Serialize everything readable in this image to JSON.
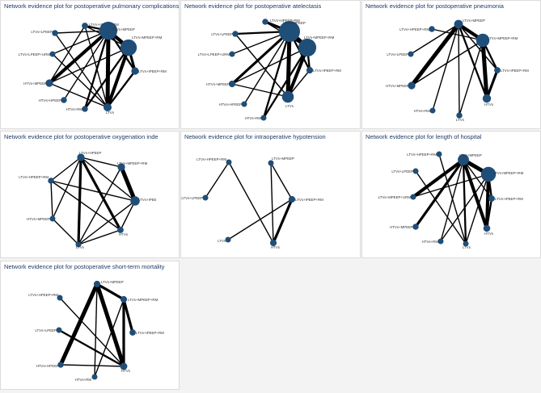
{
  "colors": {
    "node": "#1f4e79",
    "edge": "#000000",
    "title": "#1f3a6b"
  },
  "chart_data": [
    {
      "type": "network",
      "title": "Network evidence plot for postoperative pulmonary complications",
      "nodes": [
        {
          "label": "LTVs+HPEEP+RM",
          "size": 1.2
        },
        {
          "label": "LTVs+MPEEP",
          "size": 5
        },
        {
          "label": "LTVs+LPEEP",
          "size": 1.1
        },
        {
          "label": "LTVs+MPEEP+RM",
          "size": 4.5
        },
        {
          "label": "LTVs+LPEEP+URM",
          "size": 1
        },
        {
          "label": "LTVs+IPEEP+RM",
          "size": 1.6
        },
        {
          "label": "HTVs+MPEEP",
          "size": 1.6
        },
        {
          "label": "HTVs+HPEEP",
          "size": 1.1
        },
        {
          "label": "HTVs+RM",
          "size": 1.1
        },
        {
          "label": "LTVs",
          "size": 1.8
        }
      ],
      "edges": [
        {
          "a": 0,
          "b": 1,
          "w": 2
        },
        {
          "a": 0,
          "b": 3,
          "w": 1
        },
        {
          "a": 0,
          "b": 6,
          "w": 1
        },
        {
          "a": 0,
          "b": 9,
          "w": 1
        },
        {
          "a": 1,
          "b": 3,
          "w": 4
        },
        {
          "a": 1,
          "b": 2,
          "w": 1
        },
        {
          "a": 1,
          "b": 4,
          "w": 1
        },
        {
          "a": 1,
          "b": 5,
          "w": 2
        },
        {
          "a": 1,
          "b": 6,
          "w": 4
        },
        {
          "a": 1,
          "b": 7,
          "w": 1
        },
        {
          "a": 1,
          "b": 8,
          "w": 2
        },
        {
          "a": 1,
          "b": 9,
          "w": 5
        },
        {
          "a": 3,
          "b": 5,
          "w": 3
        },
        {
          "a": 3,
          "b": 9,
          "w": 4
        },
        {
          "a": 3,
          "b": 6,
          "w": 1
        },
        {
          "a": 3,
          "b": 8,
          "w": 2
        },
        {
          "a": 5,
          "b": 9,
          "w": 2
        },
        {
          "a": 6,
          "b": 9,
          "w": 1
        },
        {
          "a": 4,
          "b": 9,
          "w": 1
        },
        {
          "a": 2,
          "b": 9,
          "w": 1
        }
      ]
    },
    {
      "type": "network",
      "title": "Network evidence plot for postoperative atelectasis",
      "nodes": [
        {
          "label": "LTVs+HPEEP+RM",
          "size": 1.1
        },
        {
          "label": "LTVs+MPEEP",
          "size": 6
        },
        {
          "label": "LTVs+LPEEP",
          "size": 1.1
        },
        {
          "label": "LTVs+MPEEP+RM",
          "size": 5
        },
        {
          "label": "LTVs+LPEEP+URM",
          "size": 1
        },
        {
          "label": "LTVs+IPEEP+RM",
          "size": 1.3
        },
        {
          "label": "HTVs+MPEEP",
          "size": 1.3
        },
        {
          "label": "HTVs+HPEEP",
          "size": 1
        },
        {
          "label": "HTVs+RM",
          "size": 1
        },
        {
          "label": "LTVs",
          "size": 3
        }
      ],
      "edges": [
        {
          "a": 0,
          "b": 1,
          "w": 3
        },
        {
          "a": 2,
          "b": 1,
          "w": 2
        },
        {
          "a": 0,
          "b": 3,
          "w": 1
        },
        {
          "a": 1,
          "b": 3,
          "w": 5
        },
        {
          "a": 1,
          "b": 4,
          "w": 1
        },
        {
          "a": 1,
          "b": 5,
          "w": 2
        },
        {
          "a": 1,
          "b": 6,
          "w": 3
        },
        {
          "a": 1,
          "b": 7,
          "w": 1
        },
        {
          "a": 1,
          "b": 8,
          "w": 2
        },
        {
          "a": 1,
          "b": 9,
          "w": 5
        },
        {
          "a": 3,
          "b": 5,
          "w": 2
        },
        {
          "a": 3,
          "b": 9,
          "w": 4
        },
        {
          "a": 3,
          "b": 8,
          "w": 2
        },
        {
          "a": 3,
          "b": 6,
          "w": 1
        },
        {
          "a": 6,
          "b": 9,
          "w": 1
        },
        {
          "a": 5,
          "b": 9,
          "w": 1
        },
        {
          "a": 2,
          "b": 9,
          "w": 1
        }
      ]
    },
    {
      "type": "network",
      "title": "Network evidence plot for postoperative pneumonia",
      "nodes": [
        {
          "label": "LTVs+MPEEP",
          "size": 2
        },
        {
          "label": "LTVs+HPEEP+RM",
          "size": 1.1
        },
        {
          "label": "LTVs+LPEEP",
          "size": 1
        },
        {
          "label": "LTVs+MPEEP+RM",
          "size": 3.5
        },
        {
          "label": "LTVs+IPEEP+RM",
          "size": 1.2
        },
        {
          "label": "HTVs+MPEEP",
          "size": 1.6
        },
        {
          "label": "HTVs",
          "size": 1.9
        },
        {
          "label": "HTVs+RM",
          "size": 1
        },
        {
          "label": "LTVs",
          "size": 1.1
        }
      ],
      "edges": [
        {
          "a": 0,
          "b": 3,
          "w": 4
        },
        {
          "a": 0,
          "b": 5,
          "w": 5
        },
        {
          "a": 0,
          "b": 4,
          "w": 1
        },
        {
          "a": 0,
          "b": 6,
          "w": 2
        },
        {
          "a": 0,
          "b": 7,
          "w": 1
        },
        {
          "a": 0,
          "b": 8,
          "w": 1
        },
        {
          "a": 1,
          "b": 3,
          "w": 1
        },
        {
          "a": 2,
          "b": 0,
          "w": 1
        },
        {
          "a": 3,
          "b": 4,
          "w": 2
        },
        {
          "a": 3,
          "b": 6,
          "w": 5
        },
        {
          "a": 3,
          "b": 8,
          "w": 1
        },
        {
          "a": 5,
          "b": 3,
          "w": 1
        },
        {
          "a": 4,
          "b": 6,
          "w": 3
        }
      ]
    },
    {
      "type": "network",
      "title": "Network evidence plot for postoperative oxygenation inde",
      "nodes": [
        {
          "label": "LTVs+HPEEP",
          "size": 1.6
        },
        {
          "label": "LTVs+MPEEP+RM",
          "size": 1.6
        },
        {
          "label": "LTVs+HPEEP+RM",
          "size": 1.1
        },
        {
          "label": "LTVs+IPEE",
          "size": 2.2
        },
        {
          "label": "HTVs+MPEEP",
          "size": 1
        },
        {
          "label": "LTVs",
          "size": 1
        },
        {
          "label": "HTVs",
          "size": 1.2
        }
      ],
      "edges": [
        {
          "a": 0,
          "b": 1,
          "w": 1
        },
        {
          "a": 0,
          "b": 2,
          "w": 1
        },
        {
          "a": 0,
          "b": 3,
          "w": 1
        },
        {
          "a": 0,
          "b": 4,
          "w": 1
        },
        {
          "a": 0,
          "b": 5,
          "w": 3
        },
        {
          "a": 0,
          "b": 6,
          "w": 3
        },
        {
          "a": 1,
          "b": 3,
          "w": 5
        },
        {
          "a": 1,
          "b": 5,
          "w": 1
        },
        {
          "a": 2,
          "b": 3,
          "w": 1
        },
        {
          "a": 2,
          "b": 4,
          "w": 1
        },
        {
          "a": 2,
          "b": 6,
          "w": 1
        },
        {
          "a": 3,
          "b": 6,
          "w": 1
        },
        {
          "a": 4,
          "b": 5,
          "w": 1
        },
        {
          "a": 5,
          "b": 6,
          "w": 1
        },
        {
          "a": 3,
          "b": 5,
          "w": 1
        }
      ]
    },
    {
      "type": "network",
      "title": "Network evidence plot for intraoperative hypotension",
      "nodes": [
        {
          "label": "LTVs+HPEEP+RM",
          "size": 1
        },
        {
          "label": "LTVs+MPEEP",
          "size": 1
        },
        {
          "label": "LTVs+LPEEP",
          "size": 1
        },
        {
          "label": "LTVs+IPEEP+RM",
          "size": 1.3
        },
        {
          "label": "LTVs",
          "size": 1
        },
        {
          "label": "HTVs",
          "size": 1.3
        }
      ],
      "edges": [
        {
          "a": 0,
          "b": 2,
          "w": 1
        },
        {
          "a": 0,
          "b": 5,
          "w": 1
        },
        {
          "a": 1,
          "b": 3,
          "w": 1
        },
        {
          "a": 1,
          "b": 5,
          "w": 1
        },
        {
          "a": 3,
          "b": 5,
          "w": 3
        },
        {
          "a": 4,
          "b": 3,
          "w": 1
        }
      ]
    },
    {
      "type": "network",
      "title": "Network evidence plot for length of hospital",
      "nodes": [
        {
          "label": "LTVs+HPEEP+RM",
          "size": 1
        },
        {
          "label": "LTVs+MPEEP",
          "size": 2.8
        },
        {
          "label": "LTVs+LPEEP",
          "size": 1
        },
        {
          "label": "LTVs+MPEEP+RM",
          "size": 4
        },
        {
          "label": "LTVs+MPEEP+URM",
          "size": 1
        },
        {
          "label": "LTVs+IPEEP+RM",
          "size": 1.2
        },
        {
          "label": "HTVs+MPEEP",
          "size": 1.1
        },
        {
          "label": "HTVs",
          "size": 1.4
        },
        {
          "label": "HTVs+RM",
          "size": 1
        },
        {
          "label": "LTVs",
          "size": 1
        }
      ],
      "edges": [
        {
          "a": 0,
          "b": 9,
          "w": 1
        },
        {
          "a": 1,
          "b": 3,
          "w": 5
        },
        {
          "a": 1,
          "b": 4,
          "w": 4
        },
        {
          "a": 1,
          "b": 6,
          "w": 3
        },
        {
          "a": 1,
          "b": 7,
          "w": 4
        },
        {
          "a": 1,
          "b": 8,
          "w": 1
        },
        {
          "a": 1,
          "b": 9,
          "w": 2
        },
        {
          "a": 1,
          "b": 5,
          "w": 1
        },
        {
          "a": 3,
          "b": 5,
          "w": 2
        },
        {
          "a": 3,
          "b": 7,
          "w": 4
        },
        {
          "a": 3,
          "b": 9,
          "w": 1
        },
        {
          "a": 3,
          "b": 8,
          "w": 1
        },
        {
          "a": 3,
          "b": 4,
          "w": 1
        },
        {
          "a": 5,
          "b": 7,
          "w": 2
        },
        {
          "a": 2,
          "b": 9,
          "w": 1
        }
      ]
    },
    {
      "type": "network",
      "title": "Network evidence plot for postoperative  short-term mortality",
      "nodes": [
        {
          "label": "LTVs+MPEEP",
          "size": 1.3
        },
        {
          "label": "LTVs+HPEEP+RM",
          "size": 1
        },
        {
          "label": "LTVs+MPEEP+RM",
          "size": 1.3
        },
        {
          "label": "LTVs+IPEEP+RM",
          "size": 1.2
        },
        {
          "label": "LTVs+LPEEP",
          "size": 1
        },
        {
          "label": "HTVs+HPEEP",
          "size": 1.1
        },
        {
          "label": "HTVs",
          "size": 1.5
        },
        {
          "label": "HTVs+RM",
          "size": 1
        }
      ],
      "edges": [
        {
          "a": 0,
          "b": 2,
          "w": 3
        },
        {
          "a": 0,
          "b": 5,
          "w": 5
        },
        {
          "a": 0,
          "b": 6,
          "w": 5
        },
        {
          "a": 0,
          "b": 7,
          "w": 1
        },
        {
          "a": 1,
          "b": 6,
          "w": 1
        },
        {
          "a": 2,
          "b": 3,
          "w": 3
        },
        {
          "a": 2,
          "b": 6,
          "w": 3
        },
        {
          "a": 4,
          "b": 6,
          "w": 2
        },
        {
          "a": 5,
          "b": 6,
          "w": 1
        },
        {
          "a": 2,
          "b": 7,
          "w": 1
        }
      ]
    }
  ]
}
